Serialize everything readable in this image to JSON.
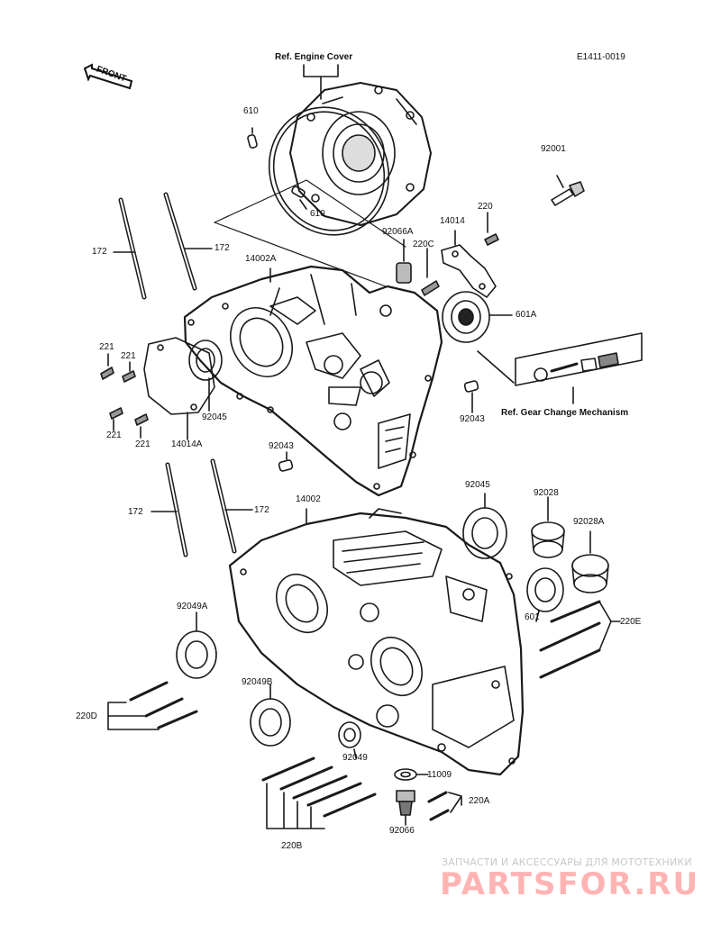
{
  "diagram": {
    "code": "E1411-0019",
    "ref_engine_cover": "Ref. Engine Cover",
    "ref_gear_change": "Ref.  Gear Change Mechanism",
    "front_label": "FRONT",
    "parts": {
      "p610_top": "610",
      "p610_bottom": "610",
      "p92001": "92001",
      "p220_top": "220",
      "p14014": "14014",
      "p92066A": "92066A",
      "p220C": "220C",
      "p172_left": "172",
      "p172_right": "172",
      "p14002A": "14002A",
      "p601A": "601A",
      "p221_a": "221",
      "p221_b": "221",
      "p221_c": "221",
      "p221_d": "221",
      "p92045_top": "92045",
      "p14014A": "14014A",
      "p92043_right": "92043",
      "p92043_left": "92043",
      "p172_lower_left": "172",
      "p172_lower_right": "172",
      "p14002": "14002",
      "p92045_bottom": "92045",
      "p92028": "92028",
      "p92028A": "92028A",
      "p601": "601",
      "p220E": "220E",
      "p92049A": "92049A",
      "p92049B": "92049B",
      "p220D": "220D",
      "p92049": "92049",
      "p11009": "11009",
      "p220A": "220A",
      "p92066": "92066",
      "p220B": "220B"
    }
  },
  "watermark": {
    "line1": "ЗАПЧАСТИ И АКСЕССУАРЫ ДЛЯ МОТОТЕХНИКИ",
    "line2": "PARTSFOR.RU"
  }
}
